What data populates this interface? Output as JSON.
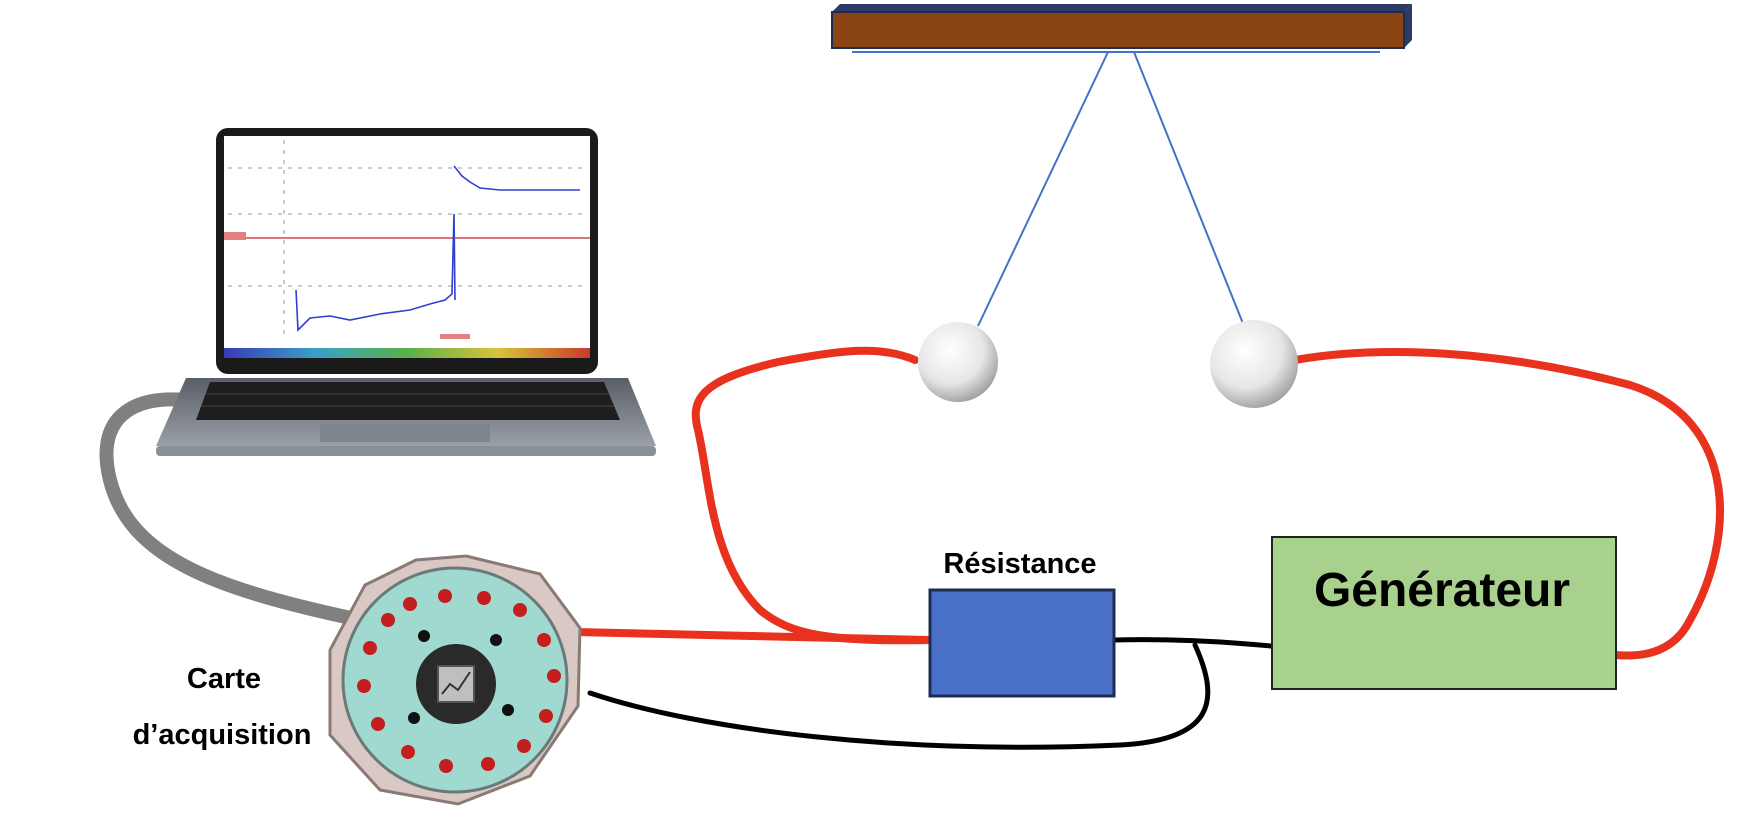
{
  "labels": {
    "resistance": "Résistance",
    "generator": "Générateur",
    "card_line1": "Carte",
    "card_line2": "d’acquisition"
  },
  "colors": {
    "support_bar": "#8B4513",
    "support_outline": "#1f2d55",
    "thread": "#4472c4",
    "red_wire": "#e8321e",
    "black_wire": "#000000",
    "usb_cable": "#808080",
    "resistor_fill": "#4a6fc6",
    "generator_fill": "#a9d18e",
    "card_face": "#9fd9cf",
    "card_rim": "#d9c8c4",
    "card_socket": "#c41e1e"
  },
  "icons": {
    "laptop": "laptop-icon",
    "acquisition_card": "acquisition-card-icon",
    "sphere": "metal-sphere-icon"
  }
}
